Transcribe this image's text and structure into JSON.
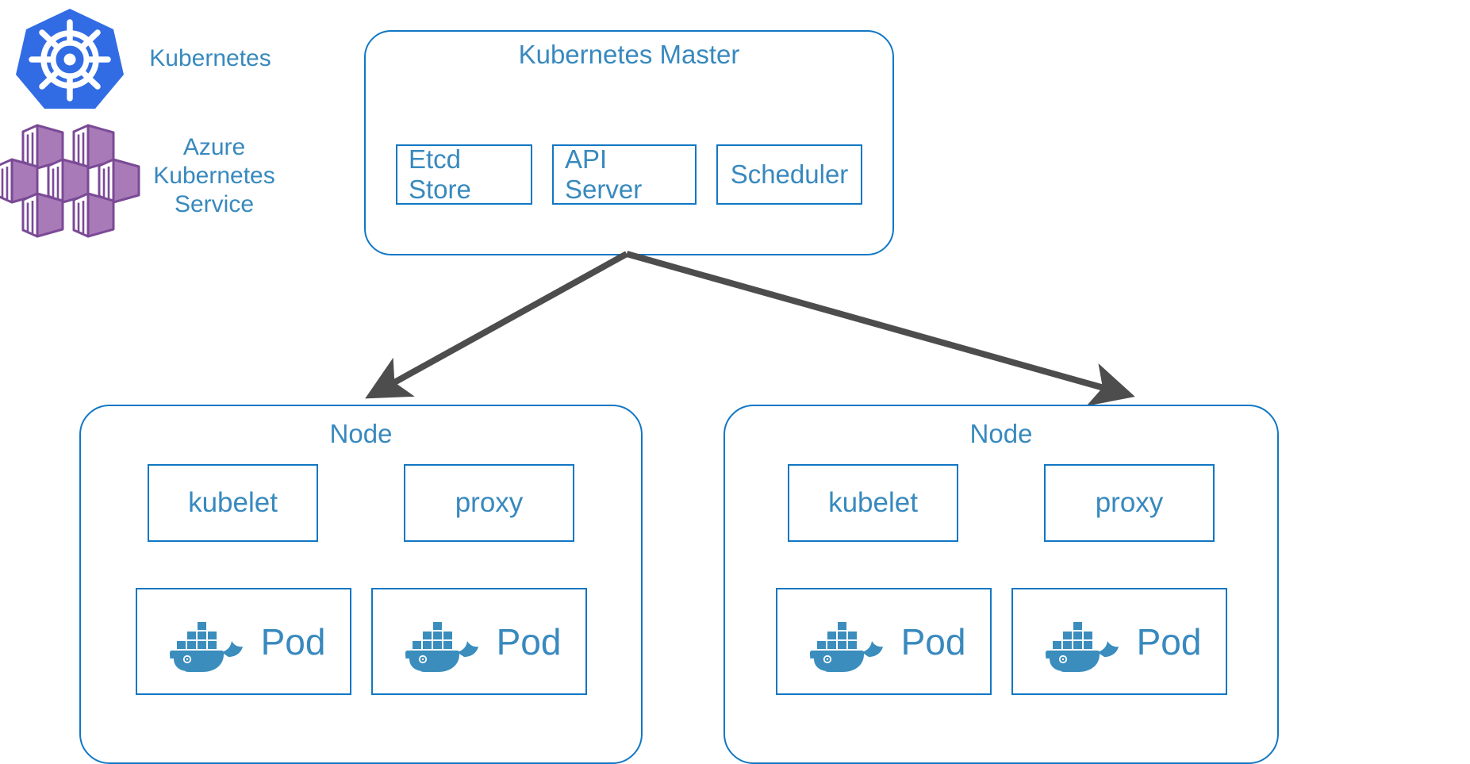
{
  "diagram": {
    "title": "Kubernetes / Azure Kubernetes Service architecture",
    "colors": {
      "border_blue": "#1277C4",
      "text_blue": "#3889BE",
      "arrow_gray": "#4D4D4D",
      "k8s_logo_blue": "#326CE5",
      "aks_purple_body": "#A87BB8",
      "aks_purple_dark": "#7B4A96",
      "docker_blue": "#3A8DBD",
      "background": "#FFFFFF"
    }
  },
  "legend": {
    "items": [
      {
        "icon": "kubernetes-logo-icon",
        "label": "Kubernetes"
      },
      {
        "icon": "azure-kubernetes-service-logo-icon",
        "label": "Azure\nKubernetes\nService"
      }
    ]
  },
  "master": {
    "title": "Kubernetes Master",
    "components": [
      {
        "label": "Etcd Store"
      },
      {
        "label": "API Server"
      },
      {
        "label": "Scheduler"
      }
    ]
  },
  "nodes": [
    {
      "title": "Node",
      "agents": [
        {
          "label": "kubelet"
        },
        {
          "label": "proxy"
        }
      ],
      "pods": [
        {
          "label": "Pod",
          "icon": "docker-whale-icon"
        },
        {
          "label": "Pod",
          "icon": "docker-whale-icon"
        }
      ]
    },
    {
      "title": "Node",
      "agents": [
        {
          "label": "kubelet"
        },
        {
          "label": "proxy"
        }
      ],
      "pods": [
        {
          "label": "Pod",
          "icon": "docker-whale-icon"
        },
        {
          "label": "Pod",
          "icon": "docker-whale-icon"
        }
      ]
    }
  ],
  "connections": [
    {
      "from": "Kubernetes Master",
      "to": "Node",
      "direction": "down-left",
      "style": "arrow"
    },
    {
      "from": "Kubernetes Master",
      "to": "Node",
      "direction": "down-right",
      "style": "arrow"
    }
  ]
}
